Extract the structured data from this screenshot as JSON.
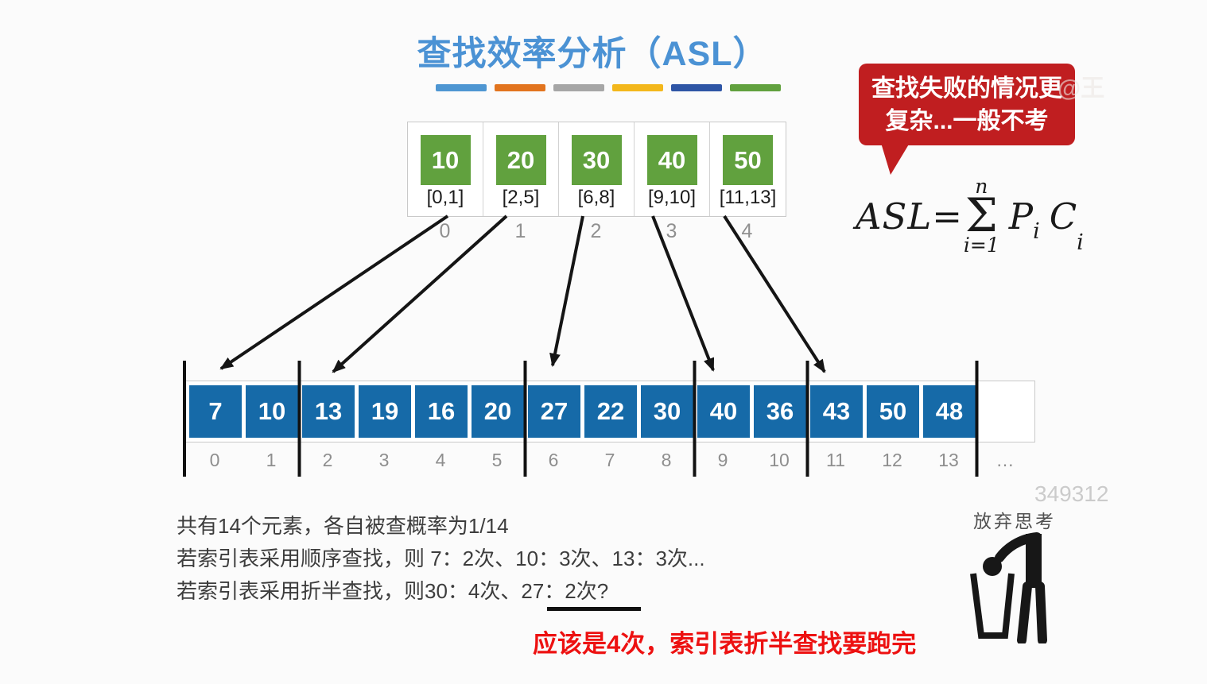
{
  "title": {
    "text": "查找效率分析（ASL）",
    "color": "#4b92d4"
  },
  "underline_bars": [
    "#4e96d2",
    "#e2741e",
    "#a6a6a6",
    "#f3b71b",
    "#2e55a5",
    "#61a13e"
  ],
  "index_table": {
    "cell_color": "#61a13e",
    "entries": [
      {
        "value": "10",
        "range": "[0,1]",
        "index": "0"
      },
      {
        "value": "20",
        "range": "[2,5]",
        "index": "1"
      },
      {
        "value": "30",
        "range": "[6,8]",
        "index": "2"
      },
      {
        "value": "40",
        "range": "[9,10]",
        "index": "3"
      },
      {
        "value": "50",
        "range": "[11,13]",
        "index": "4"
      }
    ]
  },
  "callout": {
    "bg_color": "#c01e20",
    "line1": "查找失败的情况更",
    "line2": "复杂...一般不考"
  },
  "watermark_top": "@王",
  "formula": {
    "lhs": "ASL=",
    "sigma_top": "n",
    "sigma": "Σ",
    "sigma_bottom": "i=1",
    "p_var": "P",
    "p_sub": "i",
    "c_var": "C",
    "c_sub": "i"
  },
  "main_array": {
    "cell_color": "#166aa8",
    "values": [
      "7",
      "10",
      "13",
      "19",
      "16",
      "20",
      "27",
      "22",
      "30",
      "40",
      "36",
      "43",
      "50",
      "48"
    ],
    "indices": [
      "0",
      "1",
      "2",
      "3",
      "4",
      "5",
      "6",
      "7",
      "8",
      "9",
      "10",
      "11",
      "12",
      "13",
      "…"
    ]
  },
  "notes": {
    "line1": "共有14个元素，各自被查概率为1/14",
    "line2": "若索引表采用顺序查找，则 7：2次、10：3次、13：3次...",
    "line3": "若索引表采用折半查找，则30：4次、27：2次?"
  },
  "correction": {
    "text": "应该是4次，索引表折半查找要跑完",
    "color": "#ed1111"
  },
  "giveup": {
    "label": "放弃思考",
    "watermark": "349312"
  }
}
